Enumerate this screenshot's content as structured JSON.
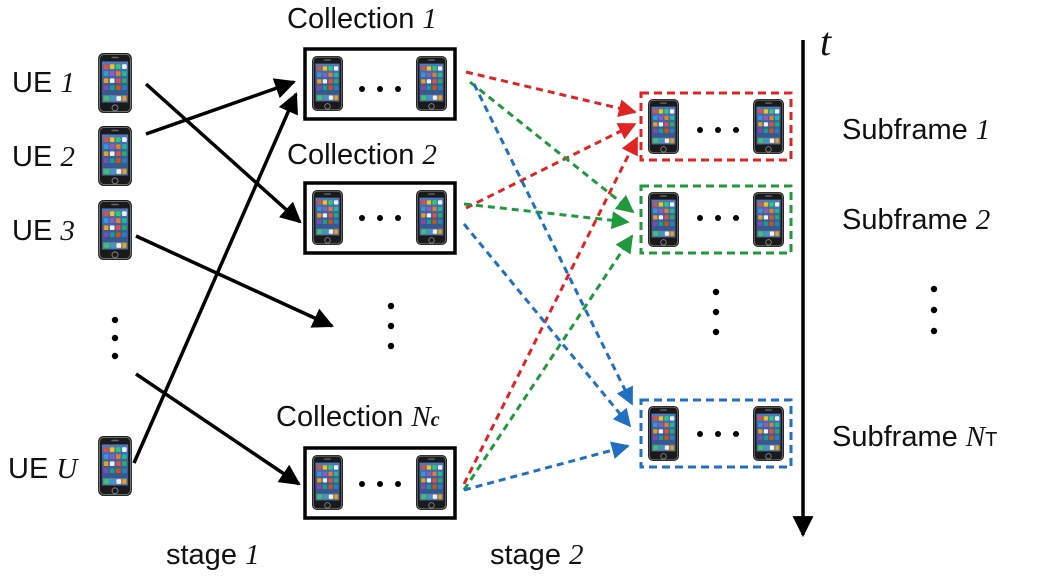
{
  "ues": [
    {
      "prefix": "UE",
      "index": "1"
    },
    {
      "prefix": "UE",
      "index": "2"
    },
    {
      "prefix": "UE",
      "index": "3"
    },
    {
      "prefix": "UE",
      "index": "U"
    }
  ],
  "collections": [
    {
      "prefix": "Collection",
      "index": "1",
      "sub": ""
    },
    {
      "prefix": "Collection",
      "index": "2",
      "sub": ""
    },
    {
      "prefix": "Collection",
      "index": "N",
      "sub": "c"
    }
  ],
  "subframes": [
    {
      "prefix": "Subframe",
      "index": "1",
      "sub": ""
    },
    {
      "prefix": "Subframe",
      "index": "2",
      "sub": ""
    },
    {
      "prefix": "Subframe",
      "index": "N",
      "sub": "T"
    }
  ],
  "stages": [
    {
      "prefix": "stage",
      "index": "1"
    },
    {
      "prefix": "stage",
      "index": "2"
    }
  ],
  "time_axis_label": "t",
  "colors": {
    "subframe_1": "#e02424",
    "subframe_2": "#1e9a3c",
    "subframe_N": "#1f6fc2",
    "stage1_arrows": "#000000",
    "box_border": "#000000"
  }
}
